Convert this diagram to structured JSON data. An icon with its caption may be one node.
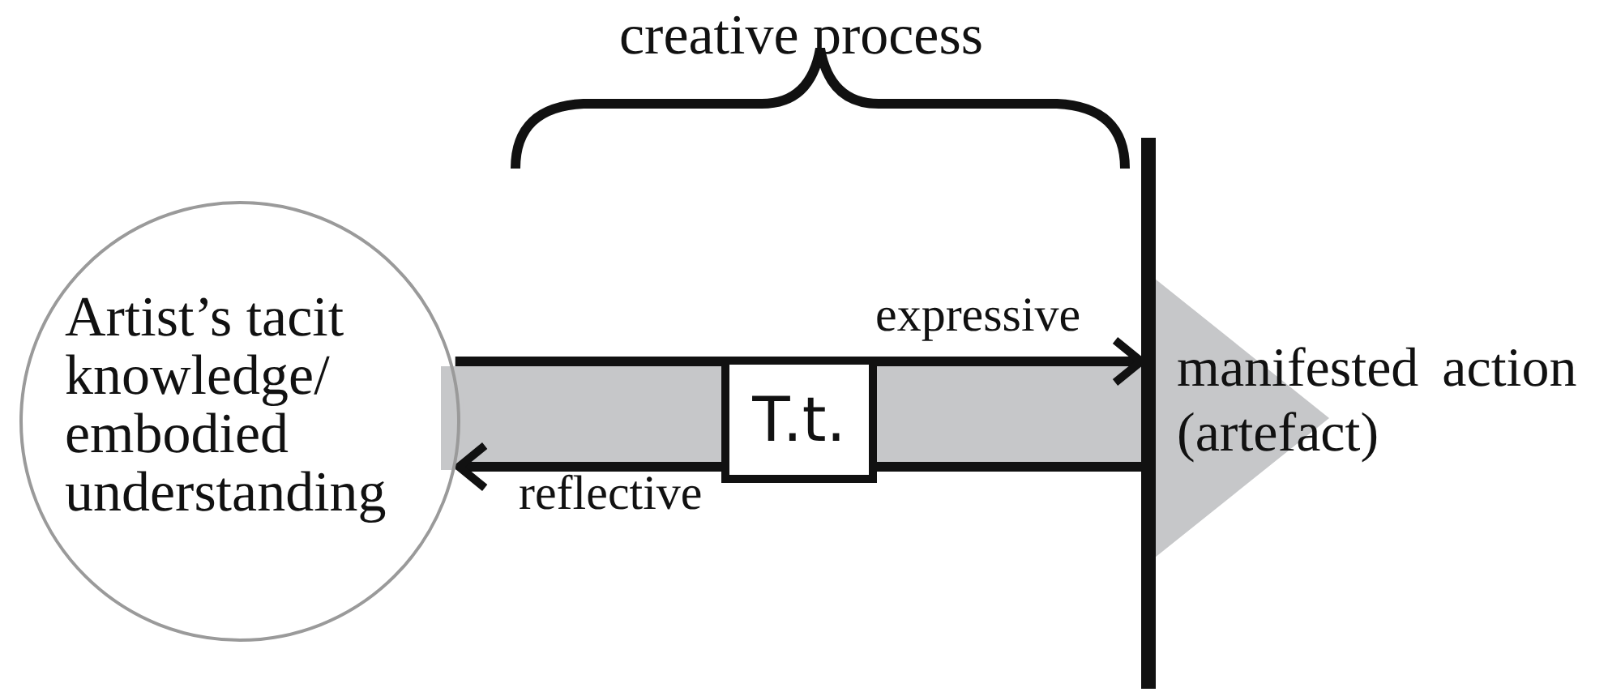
{
  "diagram": {
    "nodes": [
      {
        "text": [
          "Artist’s tacit knowledge/ embodied understanding"
        ]
      },
      {
        "text": [
          "T.t."
        ]
      },
      {
        "text": [],
        "shape": "bar"
      },
      {
        "text": [
          "manifested action (artefact)"
        ]
      }
    ],
    "edges": [
      {
        "from": 0,
        "to": 1,
        "arrow": "none"
      },
      {
        "from": 1,
        "to": 2,
        "arrow": "to",
        "label": "expressive"
      },
      {
        "from": 2,
        "to": 1,
        "arrow": "none"
      },
      {
        "from": 1,
        "to": 0,
        "arrow": "to",
        "label": "reflective"
      },
      {
        "from": 0,
        "to": 3,
        "arrow": "to",
        "style": "thick",
        "color": "#c6c7c9"
      }
    ],
    "labels": [
      "creative process"
    ]
  }
}
